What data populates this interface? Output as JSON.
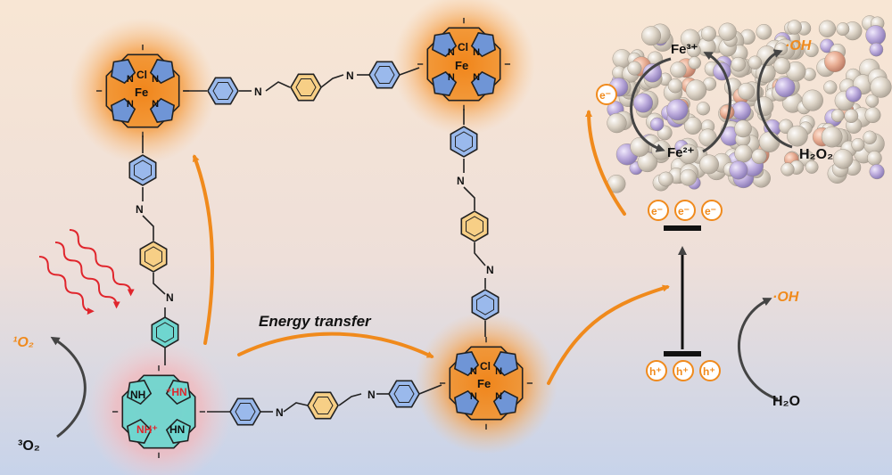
{
  "diagram": {
    "energy_transfer_label": "Energy transfer",
    "singlet_oxygen": "¹O₂",
    "triplet_oxygen": "³O₂",
    "iron_labels": {
      "fe3": "Fe³⁺",
      "fe2": "Fe²⁺",
      "fe": "Fe",
      "cl": "Cl"
    },
    "hydroxyl_radical": "·OH",
    "hydrogen_peroxide": "H₂O₂",
    "water": "H₂O",
    "electron": "e⁻",
    "hole": "h⁺",
    "free_base_labels": {
      "nh": "NH",
      "hn": "HN",
      "nh_plus": "NH⁺",
      "plus_hn": "⁺HN"
    },
    "imine_n": "N",
    "pyrrole_n": "N"
  },
  "colors": {
    "background_top": "#f8e7d6",
    "background_bottom": "#c9d4ea",
    "orange": "#f08a1c",
    "blue_ring": "#6f95d6",
    "teal_ring": "#6fd6cf",
    "yellow_ring": "#f7cf86",
    "dark_arrow": "#444444",
    "red_wave": "#e0252c"
  }
}
